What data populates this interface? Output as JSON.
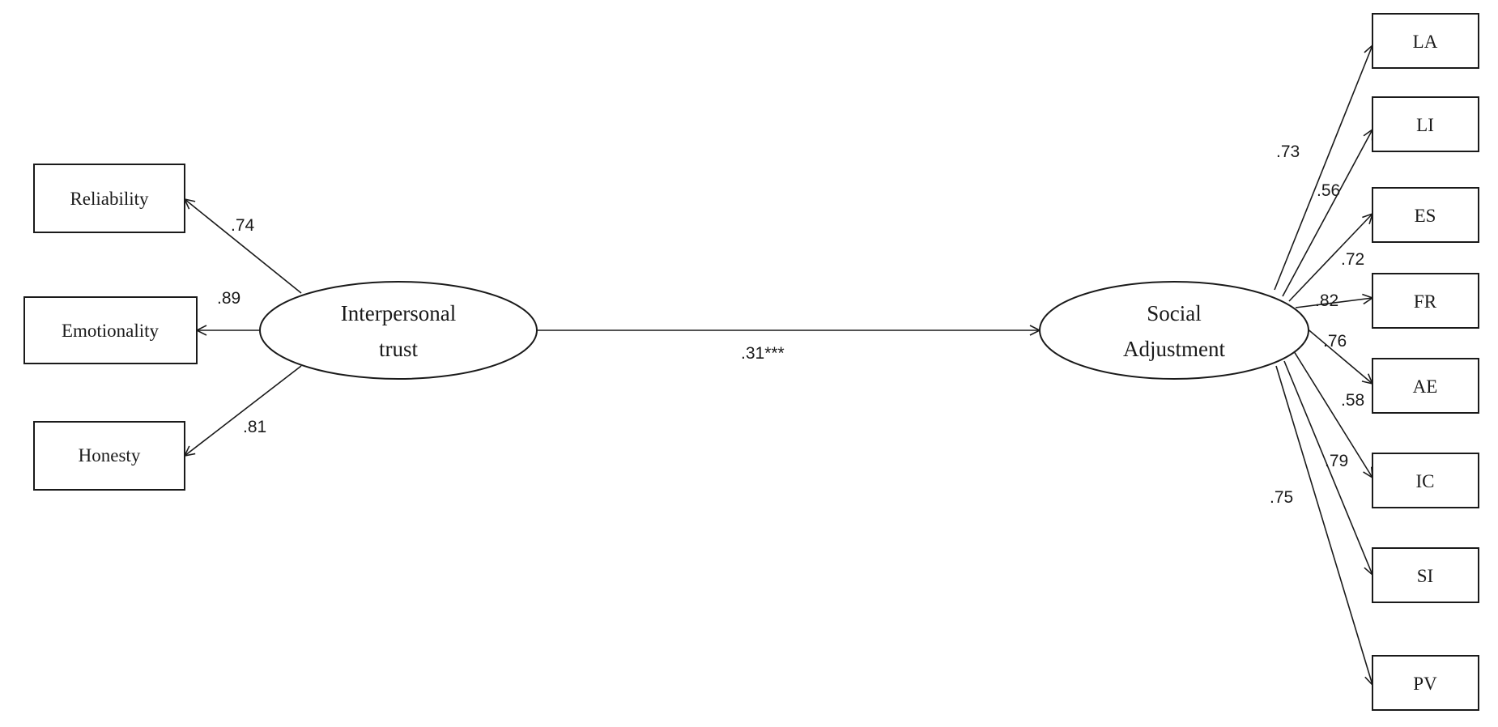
{
  "latent": {
    "trust": {
      "line1": "Interpersonal",
      "line2": "trust"
    },
    "adjustment": {
      "line1": "Social",
      "line2": "Adjustment"
    }
  },
  "trust_indicators": [
    {
      "label": "Reliability",
      "loading": ".74"
    },
    {
      "label": "Emotionality",
      "loading": ".89"
    },
    {
      "label": "Honesty",
      "loading": ".81"
    }
  ],
  "adjustment_indicators": [
    {
      "label": "LA",
      "loading": ".73"
    },
    {
      "label": "LI",
      "loading": ".56"
    },
    {
      "label": "ES",
      "loading": ".72"
    },
    {
      "label": "FR",
      "loading": ".82"
    },
    {
      "label": "AE",
      "loading": ".76"
    },
    {
      "label": "IC",
      "loading": ".58"
    },
    {
      "label": "SI",
      "loading": ".79"
    },
    {
      "label": "PV",
      "loading": ".75"
    }
  ],
  "path": {
    "coefficient": ".31***"
  }
}
